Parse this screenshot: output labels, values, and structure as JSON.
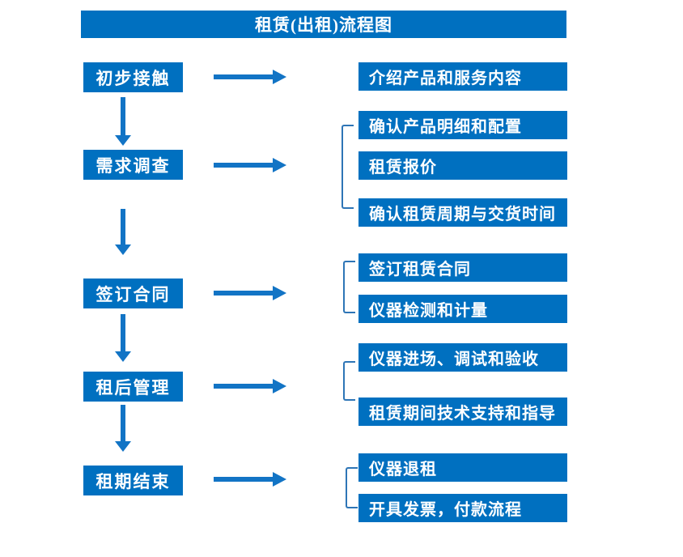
{
  "title": "租赁(出租)流程图",
  "colors": {
    "box_blue": "#0070c0",
    "arrow_blue": "#1274c5",
    "bracket_blue": "#2e75b6",
    "text": "#ffffff",
    "background": "#ffffff"
  },
  "steps": [
    {
      "label": "初步接触",
      "details": [
        "介绍产品和服务内容"
      ]
    },
    {
      "label": "需求调查",
      "details": [
        "确认产品明细和配置",
        "租赁报价",
        "确认租赁周期与交货时间"
      ]
    },
    {
      "label": "签订合同",
      "details": [
        "签订租赁合同",
        "仪器检测和计量"
      ]
    },
    {
      "label": "租后管理",
      "details": [
        "仪器进场、调试和验收",
        "租赁期间技术支持和指导"
      ]
    },
    {
      "label": "租期结束",
      "details": [
        "仪器退租",
        "开具发票，付款流程"
      ]
    }
  ]
}
